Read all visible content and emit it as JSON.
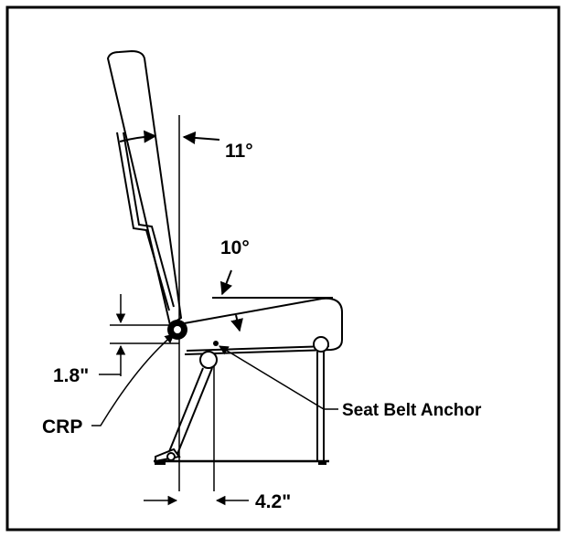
{
  "labels": {
    "back_angle": "11°",
    "cushion_angle": "10°",
    "vertical_offset": "1.8\"",
    "crp": "CRP",
    "seat_belt_anchor": "Seat Belt Anchor",
    "horizontal_offset": "4.2\""
  }
}
